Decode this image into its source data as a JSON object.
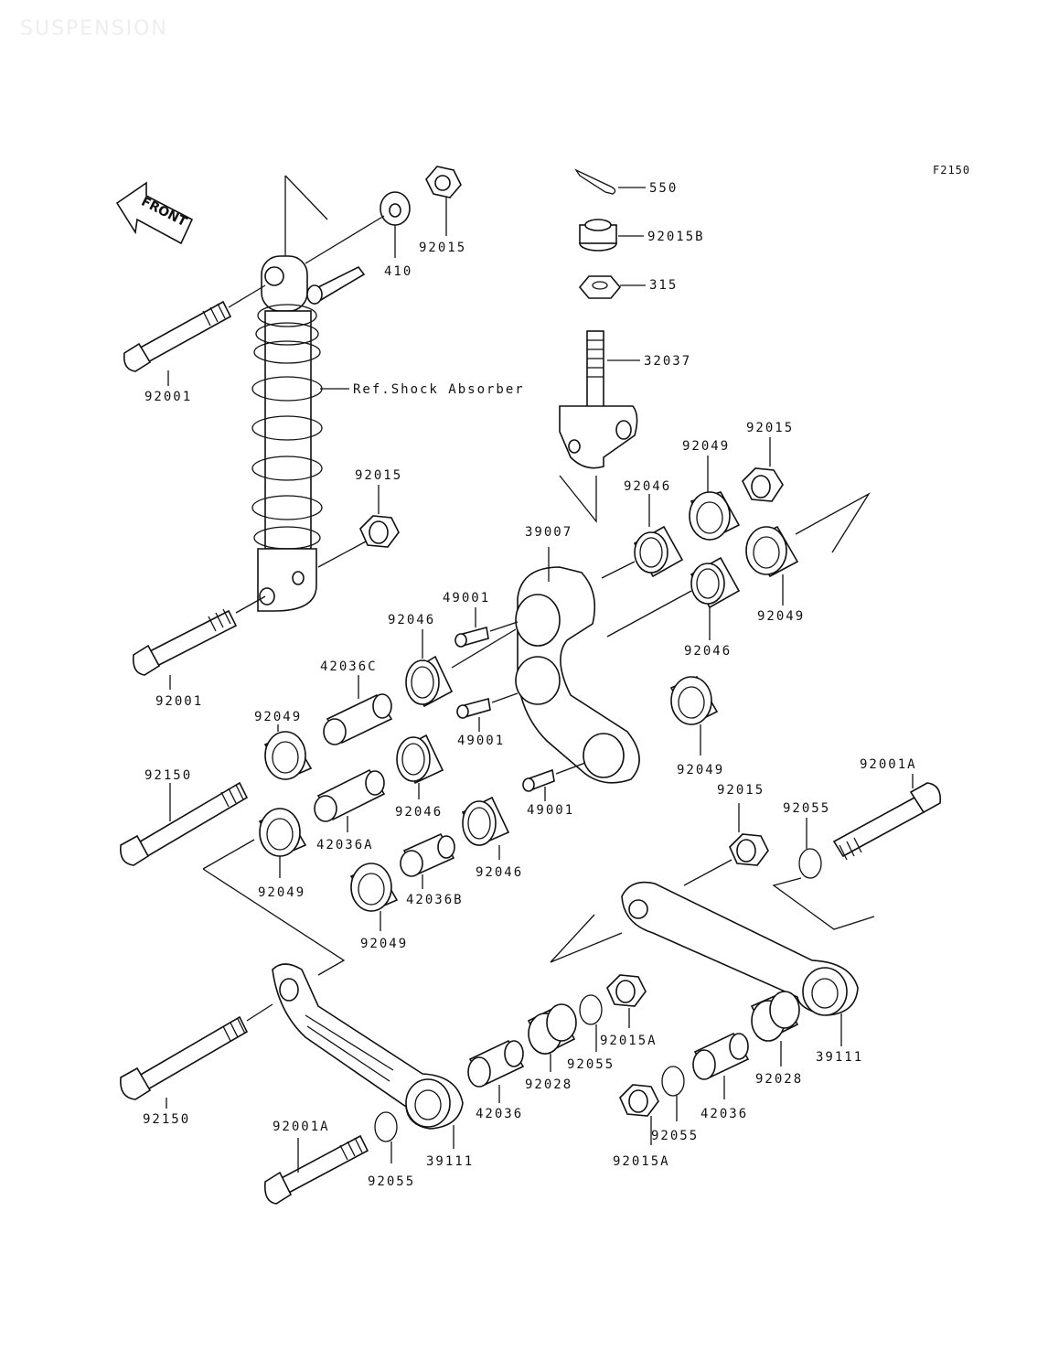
{
  "watermark": "SUSPENSION",
  "figure_code": "F2150",
  "front_arrow_label": "FRONT",
  "reference_note": "Ref.Shock Absorber",
  "callouts": {
    "c410": "410",
    "c92015_top": "92015",
    "c550": "550",
    "c92015B": "92015B",
    "c315": "315",
    "c32037": "32037",
    "c92001_top": "92001",
    "c92015_shock": "92015",
    "c92015_right": "92015",
    "c92049_upper": "92049",
    "c92046_upper": "92046",
    "c39007": "39007",
    "c49001_a": "49001",
    "c92046_left": "92046",
    "c92049_rightmid": "92049",
    "c92046_rightmid": "92046",
    "c92001_mid": "92001",
    "c42036C": "42036C",
    "c92049_left": "92049",
    "c49001_b": "49001",
    "c92049_right": "92049",
    "c92150_top": "92150",
    "c92046_mid": "92046",
    "c42036A": "42036A",
    "c49001_c": "49001",
    "c92015_lower": "92015",
    "c92001A_right": "92001A",
    "c92055_right": "92055",
    "c92046_low": "92046",
    "c92049_lowleft": "92049",
    "c42036B": "42036B",
    "c92049_low": "92049",
    "c92015A_a": "92015A",
    "c92055_mid": "92055",
    "c92028_a": "92028",
    "c92028_b": "92028",
    "c39111_right": "39111",
    "c42036_a": "42036",
    "c42036_b": "42036",
    "c92150_low": "92150",
    "c92001A_low": "92001A",
    "c92055_low": "92055",
    "c39111_left": "39111",
    "c92055_b": "92055",
    "c92015A_b": "92015A"
  }
}
